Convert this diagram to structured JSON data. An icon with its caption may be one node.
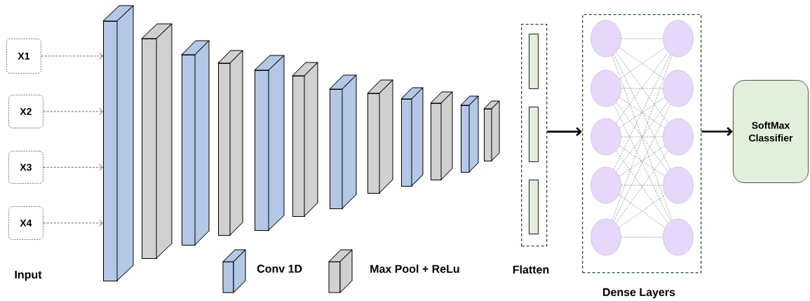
{
  "diagram": {
    "nodes": [
      {
        "text": [
          "X1"
        ]
      },
      {
        "text": [
          "X2"
        ]
      },
      {
        "text": [
          "X3"
        ]
      },
      {
        "text": [
          "X4"
        ]
      },
      {
        "text": [],
        "shape": "box"
      },
      {
        "text": [],
        "shape": "box"
      },
      {
        "text": [],
        "shape": "box"
      },
      {
        "text": [],
        "shape": "box"
      },
      {
        "text": [],
        "shape": "box"
      },
      {
        "text": [],
        "shape": "box"
      },
      {
        "text": [],
        "shape": "box"
      },
      {
        "text": [],
        "shape": "box"
      },
      {
        "text": [],
        "shape": "box"
      },
      {
        "text": [],
        "shape": "box"
      },
      {
        "text": [],
        "shape": "box"
      },
      {
        "text": [],
        "shape": "box"
      },
      {
        "text": [
          "Flatten"
        ]
      },
      {
        "text": [],
        "shape": "bar",
        "in": 16
      },
      {
        "text": [],
        "shape": "bar",
        "in": 16
      },
      {
        "text": [],
        "shape": "bar",
        "in": 16
      },
      {
        "text": [
          "Dense Layers"
        ]
      },
      {
        "text": [],
        "shape": "circle",
        "in": 20
      },
      {
        "text": [],
        "shape": "circle",
        "in": 20
      },
      {
        "text": [],
        "shape": "circle",
        "in": 20
      },
      {
        "text": [],
        "shape": "circle",
        "in": 20
      },
      {
        "text": [],
        "shape": "circle",
        "in": 20
      },
      {
        "text": [],
        "shape": "circle",
        "in": 20
      },
      {
        "text": [],
        "shape": "circle",
        "in": 20
      },
      {
        "text": [],
        "shape": "circle",
        "in": 20
      },
      {
        "text": [],
        "shape": "circle",
        "in": 20
      },
      {
        "text": [],
        "shape": "circle",
        "in": 20
      },
      {
        "text": [
          "SoftMax Classifier"
        ]
      }
    ],
    "edges": [
      {
        "from": 0,
        "to": 4,
        "arrow": "to",
        "style": "dashed"
      },
      {
        "from": 1,
        "to": 4,
        "arrow": "to",
        "style": "dashed"
      },
      {
        "from": 2,
        "to": 4,
        "arrow": "to",
        "style": "dashed"
      },
      {
        "from": 3,
        "to": 4,
        "arrow": "to",
        "style": "dashed"
      },
      {
        "from": 16,
        "to": 20,
        "arrow": "to",
        "style": "thick"
      },
      {
        "from": 20,
        "to": 31,
        "arrow": "to",
        "style": "thick"
      },
      {
        "from": 21,
        "to": 26,
        "arrow": "none",
        "style": "dashed"
      },
      {
        "from": 21,
        "to": 27,
        "arrow": "none",
        "style": "dashed"
      },
      {
        "from": 21,
        "to": 28,
        "arrow": "none",
        "style": "dashed"
      },
      {
        "from": 21,
        "to": 29,
        "arrow": "none",
        "style": "dashed"
      },
      {
        "from": 21,
        "to": 30,
        "arrow": "none",
        "style": "dashed"
      },
      {
        "from": 22,
        "to": 26,
        "arrow": "none",
        "style": "dashed"
      },
      {
        "from": 22,
        "to": 27,
        "arrow": "none",
        "style": "dashed"
      },
      {
        "from": 22,
        "to": 28,
        "arrow": "none",
        "style": "dashed"
      },
      {
        "from": 22,
        "to": 29,
        "arrow": "none",
        "style": "dashed"
      },
      {
        "from": 22,
        "to": 30,
        "arrow": "none",
        "style": "dashed"
      },
      {
        "from": 23,
        "to": 26,
        "arrow": "none",
        "style": "dashed"
      },
      {
        "from": 23,
        "to": 27,
        "arrow": "none",
        "style": "dashed"
      },
      {
        "from": 23,
        "to": 28,
        "arrow": "none",
        "style": "dashed"
      },
      {
        "from": 23,
        "to": 29,
        "arrow": "none",
        "style": "dashed"
      },
      {
        "from": 23,
        "to": 30,
        "arrow": "none",
        "style": "dashed"
      },
      {
        "from": 24,
        "to": 26,
        "arrow": "none",
        "style": "dashed"
      },
      {
        "from": 24,
        "to": 27,
        "arrow": "none",
        "style": "dashed"
      },
      {
        "from": 24,
        "to": 28,
        "arrow": "none",
        "style": "dashed"
      },
      {
        "from": 24,
        "to": 29,
        "arrow": "none",
        "style": "dashed"
      },
      {
        "from": 24,
        "to": 30,
        "arrow": "none",
        "style": "dashed"
      },
      {
        "from": 25,
        "to": 26,
        "arrow": "none",
        "style": "dashed"
      },
      {
        "from": 25,
        "to": 27,
        "arrow": "none",
        "style": "dashed"
      },
      {
        "from": 25,
        "to": 28,
        "arrow": "none",
        "style": "dashed"
      },
      {
        "from": 25,
        "to": 29,
        "arrow": "none",
        "style": "dashed"
      },
      {
        "from": 25,
        "to": 30,
        "arrow": "none",
        "style": "dashed"
      }
    ],
    "labels": [
      "Input"
    ],
    "legend": [
      {
        "text": "Conv 1D",
        "color": "#b4c7e7"
      },
      {
        "text": "Max Pool + ReLu",
        "color": "#d0d0d0"
      }
    ]
  }
}
